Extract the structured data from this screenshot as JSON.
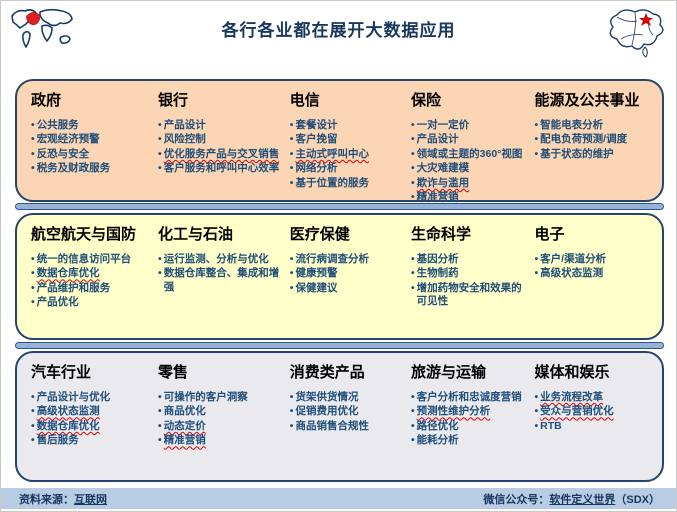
{
  "title": "各行各业都在展开大数据应用",
  "images": {
    "top_left": "world-map",
    "top_right": "china-map"
  },
  "colors": {
    "panel1_bg": "#fcd5b4",
    "panel2_bg": "#ffffc9",
    "panel3_bg": "#e9e9ee",
    "panel_border": "#24466e",
    "divider_fill": "#95b3d7",
    "footer_bg": "#b8cce4",
    "title_color": "#17375e",
    "item_color": "#1f4e79",
    "wavy_underline": "#e00000"
  },
  "panels": [
    {
      "name": "row-1",
      "bg": "#fcd5b4",
      "columns": [
        {
          "header": "政府",
          "items": [
            {
              "t": "公共服务"
            },
            {
              "t": "宏观经济预警"
            },
            {
              "t": "反恐与安全"
            },
            {
              "t": "税务及财政服务"
            }
          ]
        },
        {
          "header": "银行",
          "items": [
            {
              "t": "产品设计"
            },
            {
              "t": "风险控制"
            },
            {
              "t": "优化服务产品与交叉销售",
              "wavy": true
            },
            {
              "t": "客户服务和呼叫中心效率"
            }
          ]
        },
        {
          "header": "电信",
          "items": [
            {
              "t": "套餐设计"
            },
            {
              "t": "客户挽留"
            },
            {
              "t": "主动式呼叫中心",
              "wavy": true
            },
            {
              "t": "网络分析"
            },
            {
              "t": "基于位置的服务"
            }
          ]
        },
        {
          "header": "保险",
          "items": [
            {
              "t": "一对一定价"
            },
            {
              "t": "产品设计"
            },
            {
              "t": "领域或主题的360°视图"
            },
            {
              "t": "大灾难建模"
            },
            {
              "t": "欺诈与滥用",
              "wavy": true
            },
            {
              "t": "精准营销",
              "wavy": true
            }
          ]
        },
        {
          "header": "能源及公共事业",
          "items": [
            {
              "t": "智能电表分析"
            },
            {
              "t": "配电负荷预测/调度"
            },
            {
              "t": "基于状态的维护"
            }
          ]
        }
      ]
    },
    {
      "name": "row-2",
      "bg": "#ffffc9",
      "columns": [
        {
          "header": "航空航天与国防",
          "items": [
            {
              "t": "统一的信息访问平台"
            },
            {
              "t": "数据仓库优化",
              "wavy": true
            },
            {
              "t": "产品维护和服务"
            },
            {
              "t": "产品优化"
            }
          ]
        },
        {
          "header": "化工与石油",
          "items": [
            {
              "t": "运行监测、分析与优化"
            },
            {
              "t": "数据仓库整合、集成和增强"
            }
          ]
        },
        {
          "header": "医疗保健",
          "items": [
            {
              "t": "流行病调查分析"
            },
            {
              "t": "健康预警"
            },
            {
              "t": "保健建议"
            }
          ]
        },
        {
          "header": "生命科学",
          "items": [
            {
              "t": "基因分析"
            },
            {
              "t": "生物制药"
            },
            {
              "t": "增加药物安全和效果的可见性"
            }
          ]
        },
        {
          "header": "电子",
          "items": [
            {
              "t": "客户/渠道分析"
            },
            {
              "t": "高级状态监测"
            }
          ]
        }
      ]
    },
    {
      "name": "row-3",
      "bg": "#e9e9ee",
      "columns": [
        {
          "header": "汽车行业",
          "items": [
            {
              "t": "产品设计与优化"
            },
            {
              "t": "高级状态监测",
              "wavy": true
            },
            {
              "t": "数据仓库优化",
              "wavy": true
            },
            {
              "t": "售后服务"
            }
          ]
        },
        {
          "header": "零售",
          "items": [
            {
              "t": "可操作的客户洞察"
            },
            {
              "t": "商品优化"
            },
            {
              "t": "动态定价",
              "wavy": true
            },
            {
              "t": "精准营销",
              "wavy": true
            }
          ]
        },
        {
          "header": "消费类产品",
          "items": [
            {
              "t": "货架供货情况"
            },
            {
              "t": "促销费用优化"
            },
            {
              "t": "商品销售合规性"
            }
          ]
        },
        {
          "header": "旅游与运输",
          "items": [
            {
              "t": "客户分析和忠诚度营销"
            },
            {
              "t": "预测性维护分析",
              "wavy": true
            },
            {
              "t": "路径优化"
            },
            {
              "t": "能耗分析"
            }
          ]
        },
        {
          "header": "媒体和娱乐",
          "items": [
            {
              "t": "业务流程改革",
              "wavy": true
            },
            {
              "t": "受众与营销优化",
              "wavy": true
            },
            {
              "t": "RTB"
            }
          ]
        }
      ]
    }
  ],
  "footer": {
    "left_prefix": "资料来源：",
    "left_link": "互联网",
    "right_prefix": "微信公众号：",
    "right_link": "软件定义世界",
    "right_suffix": "（SDX）"
  }
}
